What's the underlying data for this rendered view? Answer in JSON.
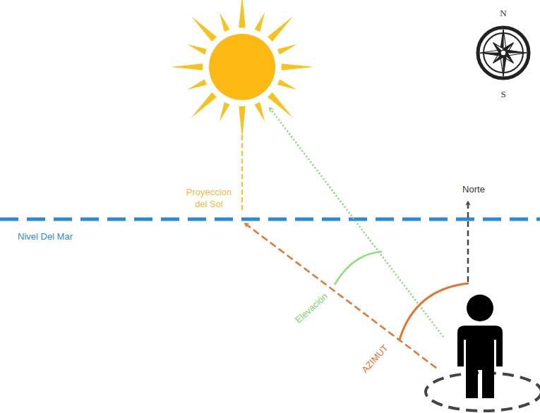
{
  "diagram": {
    "labels": [
      "N",
      "S",
      "Proyeccion del Sol",
      "Norte",
      "Nivel Del Mar",
      "Elevación",
      "AZIMUT"
    ]
  }
}
